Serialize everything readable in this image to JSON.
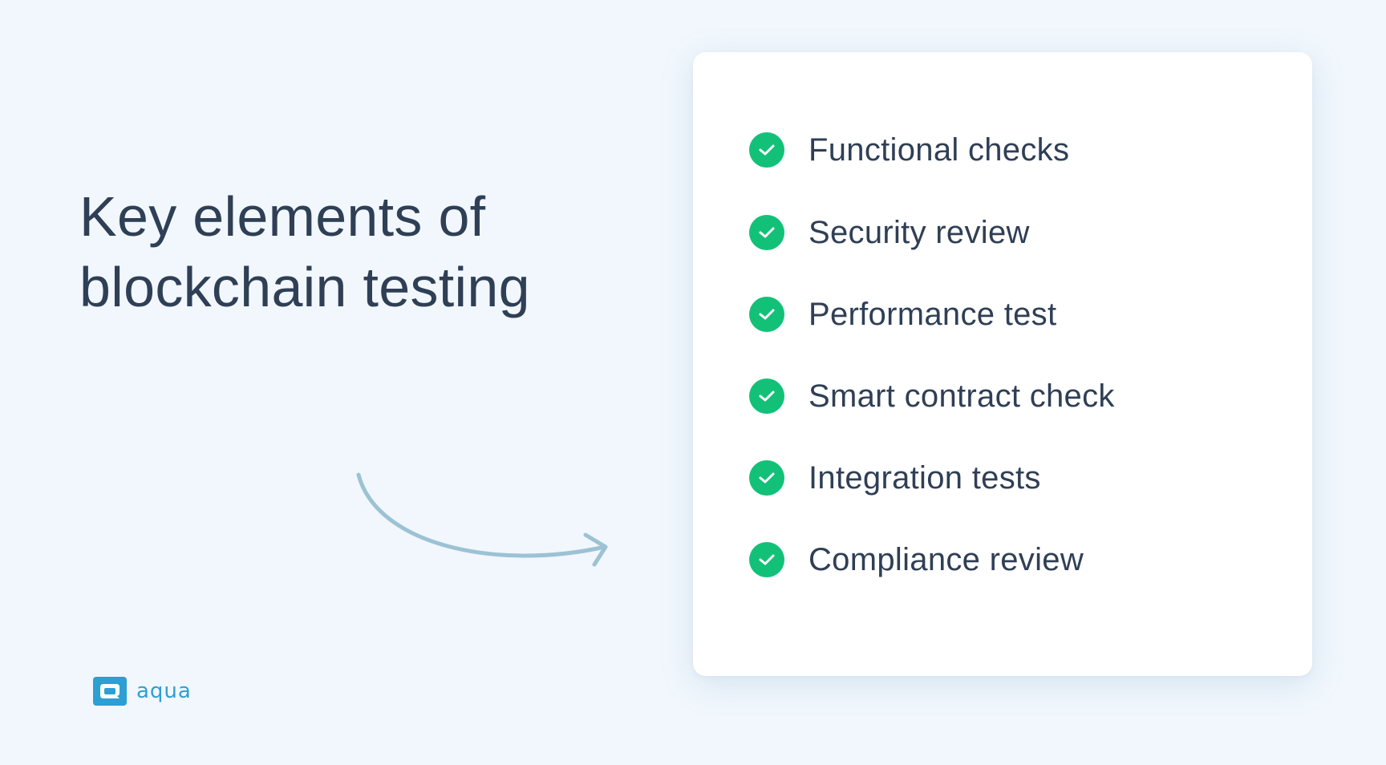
{
  "title": {
    "line1": "Key elements of",
    "line2": "blockchain testing"
  },
  "checklist": {
    "items": [
      {
        "label": "Functional checks",
        "icon": "check-circle-icon"
      },
      {
        "label": "Security review",
        "icon": "check-circle-icon"
      },
      {
        "label": "Performance test",
        "icon": "check-circle-icon"
      },
      {
        "label": "Smart contract check",
        "icon": "check-circle-icon"
      },
      {
        "label": "Integration tests",
        "icon": "check-circle-icon"
      },
      {
        "label": "Compliance review",
        "icon": "check-circle-icon"
      }
    ]
  },
  "brand": {
    "name": "aqua",
    "color": "#2d9fd4"
  },
  "colors": {
    "background": "#f1f7fd",
    "text": "#2f3f55",
    "check": "#12c177",
    "arrow": "#9cc2d4"
  }
}
